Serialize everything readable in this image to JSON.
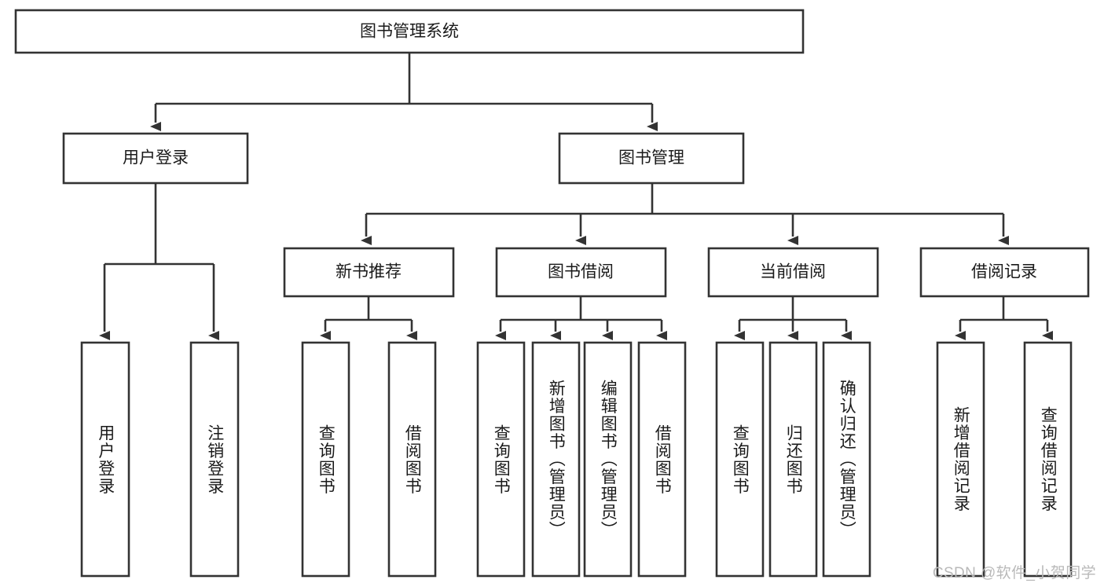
{
  "diagram": {
    "type": "tree-hierarchy",
    "title": "图书管理系统",
    "colors": {
      "stroke": "#333333",
      "fill": "#ffffff",
      "text": "#1a1a1a",
      "watermark": "#b9b9b9",
      "background": "#ffffff"
    },
    "root": {
      "label": "图书管理系统"
    },
    "level2": [
      {
        "label": "用户登录"
      },
      {
        "label": "图书管理"
      }
    ],
    "level3": [
      {
        "label": "新书推荐"
      },
      {
        "label": "图书借阅"
      },
      {
        "label": "当前借阅"
      },
      {
        "label": "借阅记录"
      }
    ],
    "leaves": {
      "user_login": [
        {
          "label": "用户登录"
        },
        {
          "label": "注销登录"
        }
      ],
      "new_book_recommend": [
        {
          "label": "查询图书"
        },
        {
          "label": "借阅图书"
        }
      ],
      "book_borrow": [
        {
          "label": "查询图书"
        },
        {
          "label": "新增图书（管理员）"
        },
        {
          "label": "编辑图书（管理员）"
        },
        {
          "label": "借阅图书"
        }
      ],
      "current_borrow": [
        {
          "label": "查询图书"
        },
        {
          "label": "归还图书"
        },
        {
          "label": "确认归还（管理员）"
        }
      ],
      "borrow_record": [
        {
          "label": "新增借阅记录"
        },
        {
          "label": "查询借阅记录"
        }
      ]
    },
    "watermark": "CSDN @软件_小贺同学"
  }
}
